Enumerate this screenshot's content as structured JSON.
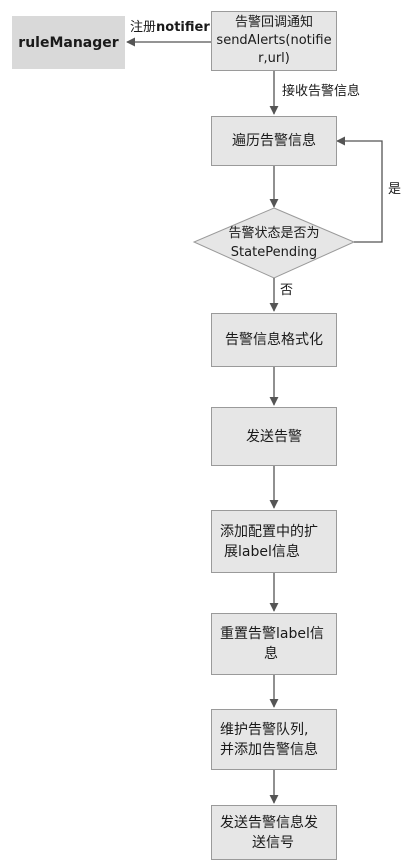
{
  "diagram": {
    "rule_manager": "ruleManager",
    "register_prefix": "注册",
    "register_bold": "notifier",
    "step1_line1": "告警回调通知",
    "step1_line2": "sendAlerts(notifie",
    "step1_line3": "r,url)",
    "receive_label": "接收告警信息",
    "step2": "遍历告警信息",
    "decision_line1": "告警状态是否为",
    "decision_line2": "StatePending",
    "yes_label": "是",
    "no_label": "否",
    "step3": "告警信息格式化",
    "step4": "发送告警",
    "step5_line1": "添加配置中的扩",
    "step5_line2": "展label信息",
    "step6_line1": "重置告警label信",
    "step6_line2": "息",
    "step7_line1": "维护告警队列,",
    "step7_line2": "并添加告警信息",
    "step8_line1": "发送告警信息发",
    "step8_line2": "送信号"
  },
  "colors": {
    "box_fill": "#e6e6e6",
    "rule_fill": "#d9d9d9",
    "line": "#555555"
  }
}
